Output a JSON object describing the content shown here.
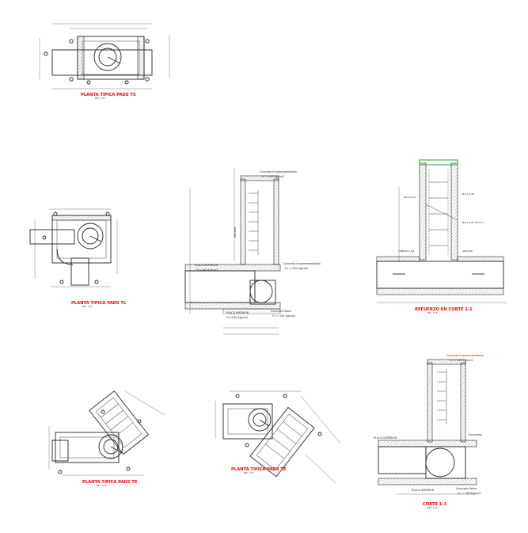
{
  "sheet": {
    "accent_color": "#ff0000",
    "line_color": "#222222"
  },
  "views": [
    {
      "key": "v1",
      "title": "PLANTA TIPICA PADS TS",
      "scale": "ESC. 1:25"
    },
    {
      "key": "v2",
      "title": "PLANTA TIPICA PADS TL",
      "scale": "ESC. 1:25"
    },
    {
      "key": "v3",
      "title": "PLANTA TIPICA PADS TE",
      "scale": "ESC. 1:25"
    },
    {
      "key": "v4",
      "title": "PLANTA TIPICA PADS TE",
      "scale": "ESC. 1:25"
    },
    {
      "key": "v5",
      "title": "REFUERZO EN CORTE 1-1",
      "scale": "ESC. 1:25"
    },
    {
      "key": "v6",
      "title": "CORTE 1-1",
      "scale": "ESC. 1:25"
    }
  ],
  "notes": {
    "tapa": "Concreto impermeabilizado",
    "tapa_fc": "f'c = 210 Kg/cm2",
    "losa_superior": "PLACA SUPERIOR",
    "losa_superior_fc": "f'c=245 Kg/cm2",
    "muro": "Concreto impermeabilizado",
    "muro_fc": "f'c = 210 Kg/cm2",
    "losa_inferior": "PLACA INFERIOR",
    "losa_inferior_fc": "f'c=245 Kg/cm2",
    "solado": "Concreto Pobre",
    "solado_fc": "f'c = 140 Kg/cm2",
    "variable": "Variable",
    "varilla_1": "#4 a 0.20",
    "varilla_2": "#3 a 0.20",
    "varilla_3": "#4 a 0.20 (Horiz.)",
    "varilla_4": "SIMPLE ø 3/8",
    "varilla_5": "ANCLAJE",
    "placa_inferior_b": "PLACA INFERIOR",
    "escalones": "Escalones"
  }
}
